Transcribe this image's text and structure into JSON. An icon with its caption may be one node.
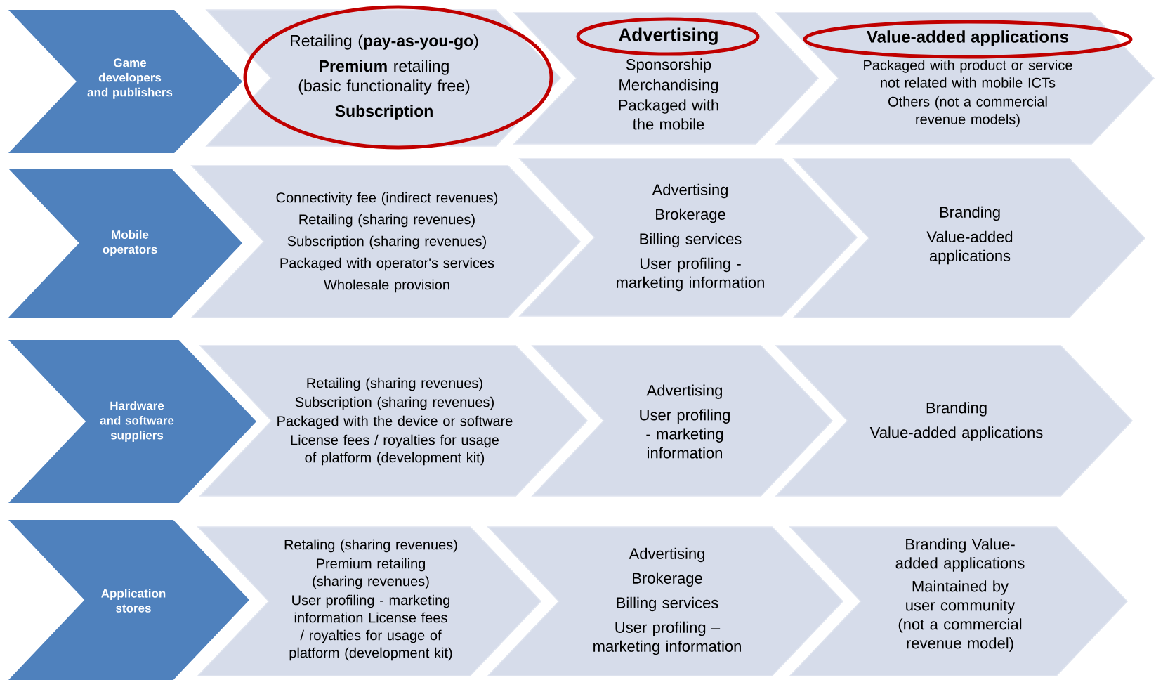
{
  "diagram": {
    "nodes": [
      {
        "text": [
          "Game developers and publishers"
        ]
      },
      {
        "text": [
          "Retailing (**pay-as-you-go**)",
          "**Premium** retailing (basic functionality free)",
          "Subscription"
        ]
      },
      {
        "text": [
          "Advertising",
          "Sponsorship",
          "Merchandising",
          "Packaged with the mobile"
        ]
      },
      {
        "text": [
          "Value-added applications",
          "Packaged with product or service not related with mobile ICTs",
          "Others (not a commercial revenue models)"
        ]
      },
      {
        "text": [
          "Mobile operators"
        ]
      },
      {
        "text": [
          "Connectivity fee (indirect revenues)",
          "Retailing (sharing revenues)",
          "Subscription (sharing revenues)",
          "Packaged with operator's services",
          "Wholesale provision"
        ]
      },
      {
        "text": [
          "Advertising",
          "Brokerage",
          "Billing services",
          "User profiling - marketing information"
        ]
      },
      {
        "text": [
          "Branding",
          "Value-added applications"
        ]
      },
      {
        "text": [
          "Hardware and software suppliers"
        ]
      },
      {
        "text": [
          "Retailing (sharing revenues)",
          "Subscription (sharing revenues)",
          "Packaged with the device or software",
          "License fees / royalties for usage of platform (development kit)"
        ]
      },
      {
        "text": [
          "Advertising",
          "User profiling - marketing information"
        ]
      },
      {
        "text": [
          "Branding",
          "Value-added applications"
        ]
      },
      {
        "text": [
          "Application stores"
        ]
      },
      {
        "text": [
          "Retaling (sharing revenues)",
          "Premium retailing (sharing revenues)",
          "User profiling - marketing information License fees / royalties for usage of platform (development kit)"
        ]
      },
      {
        "text": [
          "Advertising",
          "Brokerage",
          "Billing services",
          "User profiling – marketing information"
        ]
      },
      {
        "text": [
          "Branding Value-added applications",
          "Maintained by user community (not a commercial revenue model)"
        ]
      }
    ]
  }
}
